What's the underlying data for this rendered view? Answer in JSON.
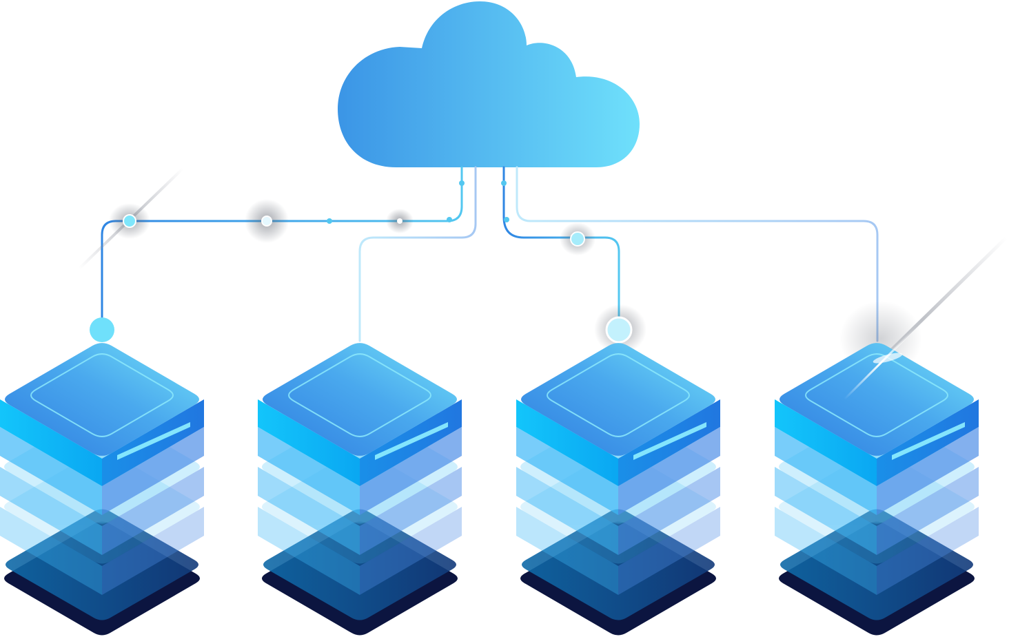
{
  "diagram": {
    "nodes": [
      {
        "id": "cloud",
        "kind": "cloud",
        "icon": "cloud-icon"
      },
      {
        "id": "server-1",
        "kind": "server-stack",
        "icon": "server-stack-icon",
        "layers": 4
      },
      {
        "id": "server-2",
        "kind": "server-stack",
        "icon": "server-stack-icon",
        "layers": 4
      },
      {
        "id": "server-3",
        "kind": "server-stack",
        "icon": "server-stack-icon",
        "layers": 4
      },
      {
        "id": "server-4",
        "kind": "server-stack",
        "icon": "server-stack-icon",
        "layers": 4
      }
    ],
    "edges": [
      {
        "from": "cloud",
        "to": "server-1"
      },
      {
        "from": "cloud",
        "to": "server-2"
      },
      {
        "from": "cloud",
        "to": "server-3"
      },
      {
        "from": "cloud",
        "to": "server-4"
      }
    ]
  },
  "colors": {
    "background": "#ffffff",
    "cloud_left": "#3b95e6",
    "cloud_right": "#6fe0fb",
    "top_face_light": "#74e1f7",
    "top_face_mid": "#4aa9ee",
    "top_face_dark": "#2e7de0",
    "side_face": "#0bbcf8",
    "side_face_dark": "#1f7fe4",
    "layer_light": "#8fd8ff",
    "base_dark": "#0c1540",
    "base_mid": "#0f5fa6",
    "line_dark": "#2f86e3",
    "line_light": "#b8e7fb",
    "node_dot": "#6fe0fb"
  }
}
